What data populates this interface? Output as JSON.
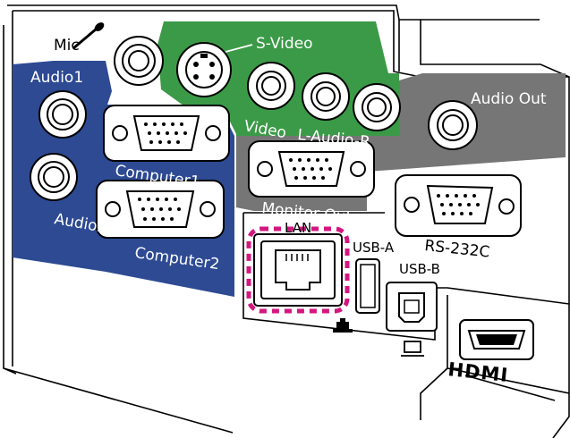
{
  "colors": {
    "blue": "#2d4a93",
    "green": "#3b9a47",
    "gray": "#767676",
    "highlight": "#d4167f",
    "outline": "#000000",
    "label": "#ffffff"
  },
  "labels": {
    "mic": "Mic",
    "audio1": "Audio1",
    "audio2": "Audio2",
    "computer1": "Computer1",
    "computer2": "Computer2",
    "svideo": "S-Video",
    "video": "Video",
    "laudior": "L-Audio-R",
    "audio_out": "Audio Out",
    "monitor_out": "Monitor Out",
    "rs232c": "RS-232C",
    "lan": "LAN",
    "usb_a": "USB-A",
    "usb_b": "USB-B",
    "hdmi_logo": "HDMI"
  },
  "icons": [
    "microphone-icon",
    "lan-symbol-icon",
    "computer-symbol-icon"
  ]
}
